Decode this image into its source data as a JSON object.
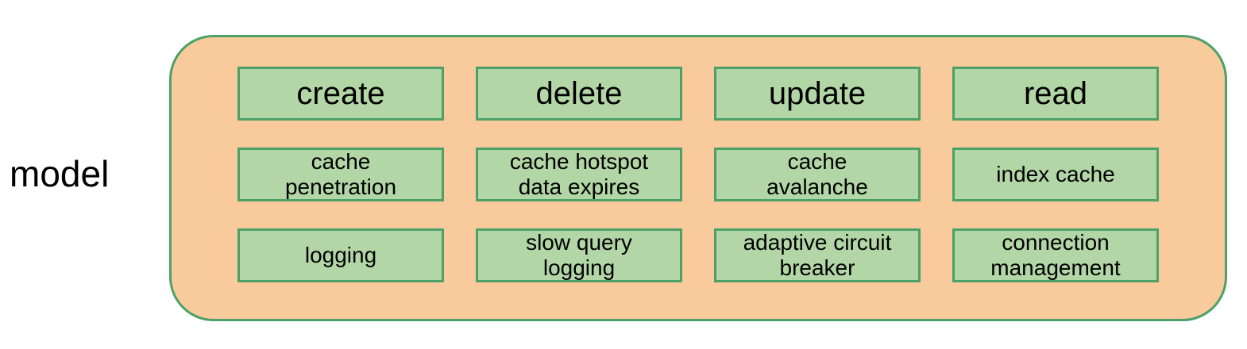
{
  "diagram": {
    "label": "model",
    "colors": {
      "page_background": "#ffffff",
      "container_fill": "#f9cb9c",
      "stroke_green": "#4ba167",
      "cell_fill": "#b3d6a6",
      "text": "#000000"
    },
    "grid": {
      "rows": [
        [
          "create",
          "delete",
          "update",
          "read"
        ],
        [
          "cache\npenetration",
          "cache hotspot\ndata expires",
          "cache\navalanche",
          "index cache"
        ],
        [
          "logging",
          "slow query\nlogging",
          "adaptive circuit\nbreaker",
          "connection\nmanagement"
        ]
      ]
    }
  }
}
